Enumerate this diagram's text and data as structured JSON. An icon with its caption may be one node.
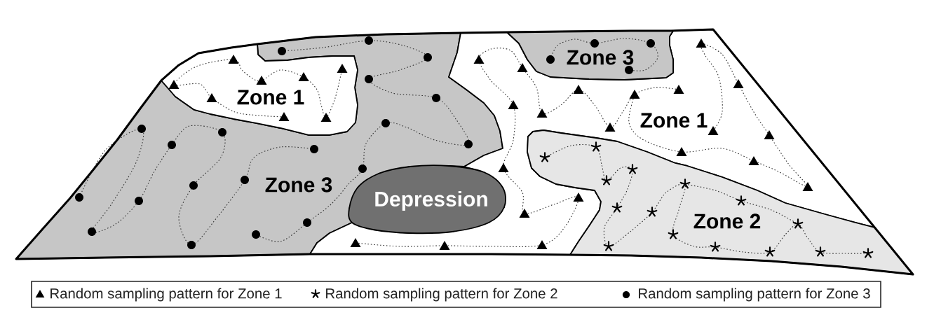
{
  "diagram": {
    "nodes": [
      {
        "text": [
          "Zone 3"
        ]
      },
      {
        "text": [
          "Zone 1"
        ]
      },
      {
        "text": [
          "Zone 1"
        ]
      },
      {
        "text": [
          "Zone 3"
        ]
      },
      {
        "text": [
          "Depression"
        ]
      },
      {
        "text": [
          "Zone 2"
        ]
      }
    ],
    "legend": [
      {
        "text": "Random sampling pattern for Zone 1"
      },
      {
        "text": "Random sampling pattern for Zone 2"
      },
      {
        "text": "Random sampling pattern for Zone 3"
      }
    ]
  }
}
